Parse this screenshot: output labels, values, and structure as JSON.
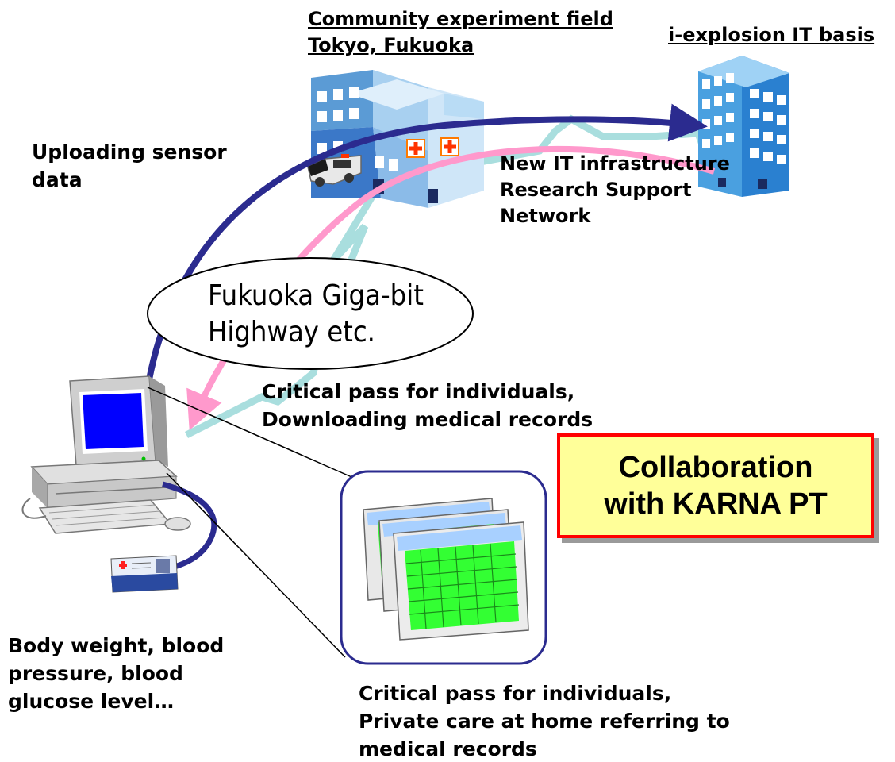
{
  "labels": {
    "community_field_line1": "Community experiment field",
    "community_field_line2": "Tokyo, Fukuoka",
    "it_basis": "i-explosion IT basis",
    "uploading_line1": "Uploading sensor",
    "uploading_line2": "data",
    "network_line1": "New IT infrastructure",
    "network_line2": "Research Support",
    "network_line3": "Network",
    "highway_line1": "Fukuoka Giga-bit",
    "highway_line2": "Highway etc.",
    "download_line1": "Critical pass for individuals,",
    "download_line2": "Downloading medical records",
    "collab_line1": "Collaboration",
    "collab_line2": "with KARNA PT",
    "vitals_line1": "Body weight, blood",
    "vitals_line2": "pressure, blood",
    "vitals_line3": "glucose level…",
    "homecare_line1": "Critical pass for individuals,",
    "homecare_line2": "Private care at home referring to",
    "homecare_line3": "medical records"
  },
  "icons": [
    "hospital-icon",
    "office-building-icon",
    "ambulance-icon",
    "desktop-computer-icon",
    "health-id-card-icon",
    "medical-records-screens-icon"
  ],
  "colors": {
    "upload_arrow": "#2b2b8f",
    "download_arrow": "#ff99cc",
    "network_zigzag": "#a9dede",
    "collab_fill": "#ffff99",
    "collab_border": "#ff0000",
    "record_grid": "#33ff33"
  }
}
